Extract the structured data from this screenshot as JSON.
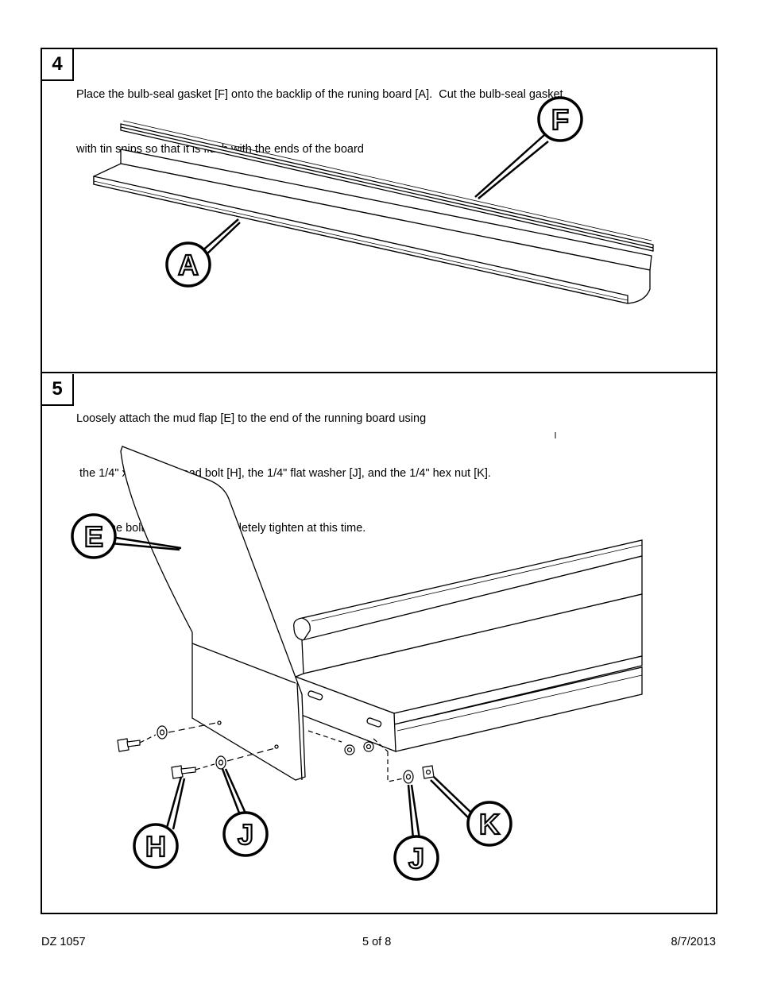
{
  "steps": [
    {
      "number": "4",
      "lines": [
        "Place the bulb-seal gasket [F] onto the backlip of the runing board [A].  Cut the bulb-seal gasket",
        "with tin snips so that it is flush with the ends of the board"
      ],
      "callouts": [
        "F",
        "A"
      ]
    },
    {
      "number": "5",
      "lines": [
        "Loosely attach the mud flap [E] to the end of the running board using",
        " the 1/4\" x 3/4\" hex head bolt [H], the 1/4\" flat washer [J], and the 1/4\" hex nut [K].",
        "Snug the bolts, but do not completely tighten at this time."
      ],
      "callouts": [
        "E",
        "H",
        "J",
        "J",
        "K"
      ]
    }
  ],
  "footer": {
    "doc_id": "DZ 1057",
    "page": "5 of 8",
    "date": "8/7/2013"
  }
}
